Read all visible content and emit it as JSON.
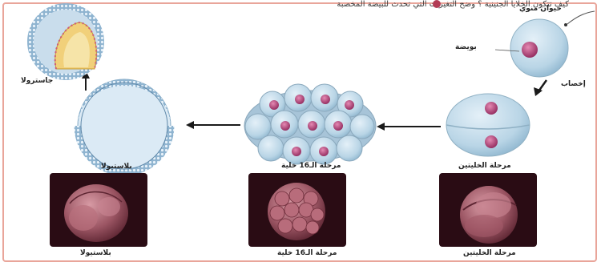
{
  "header": {
    "text": "كيف تتكون الخلايا الجنينية ؟ وضح التغيرات التي تحدث للبيضة المخصبة"
  },
  "labels": {
    "sperm": "حيوان منوي",
    "egg": "بويضة",
    "fertilization": "إخصاب",
    "gastrula": "جاسترولا",
    "two_cell": "مرحلة الخليتين",
    "sixteen_cell": "مرحلة الـ16 خلية",
    "blastula": "بلاستيولا",
    "photo_two_cell": "مرحلة الخليتين",
    "photo_sixteen_cell": "مرحلة الـ16 خلية",
    "photo_blastula": "بلاستيولا"
  },
  "colors": {
    "cell_blue": "#b9d5e6",
    "nucleus": "#b03d76",
    "arrow": "#1a1a1a",
    "border": "#e9a59a",
    "photo_bg": "#2a0c14",
    "photo_cell": "#9b5563"
  }
}
